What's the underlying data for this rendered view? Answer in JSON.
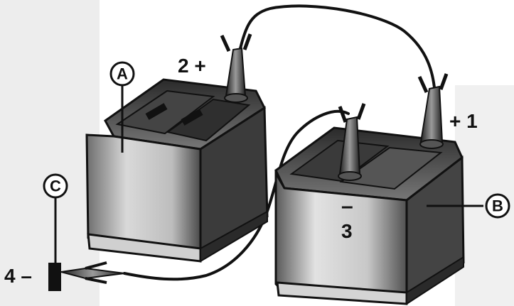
{
  "diagram": {
    "labels": {
      "battery_a": "A",
      "battery_b": "B",
      "clamp_c": "C",
      "terminal_1": "+ 1",
      "terminal_2": "2 +",
      "terminal_3": "3",
      "terminal_3_sign": "–",
      "terminal_4": "4 –"
    }
  }
}
